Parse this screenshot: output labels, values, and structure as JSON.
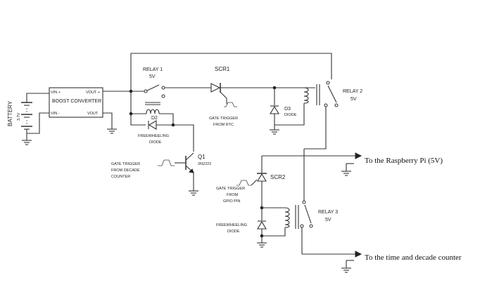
{
  "labels": {
    "battery": "BATTERY",
    "battery_voltage": "3.7V",
    "boost_title": "BOOST CONVERTER",
    "vin_plus": "VIN +",
    "vout_plus": "VOUT +",
    "vin_minus": "VIN -",
    "vout_minus": "VOUT",
    "relay1": "RELAY 1",
    "relay1_v": "5V",
    "d2": "D2",
    "freewheel_1": "FREEWHEELING",
    "freewheel_2": "DIODE",
    "scr1": "SCR1",
    "gate_rtc_1": "GATE TRIGGER",
    "gate_rtc_2": "FROM RTC",
    "d3": "D3",
    "d3_sub": "DIODE",
    "relay2": "RELAY 2",
    "relay2_v": "5V",
    "q1": "Q1",
    "q1_sub": "2N2222",
    "gate_decade_1": "GATE TRIGGER",
    "gate_decade_2": "FROM DECADE",
    "gate_decade_3": "COUNTER",
    "scr2": "SCR2",
    "gate_gpio_1": "GATE TRIGGER",
    "gate_gpio_2": "FROM",
    "gate_gpio_3": "GPIO PIN",
    "freewheel3_1": "FREEWHEELING",
    "freewheel3_2": "DIODE",
    "relay3": "RELAY 3",
    "relay3_v": "5V",
    "to_pi": "To the Raspberry Pi  (5V)",
    "to_counter": "To the time and decade counter"
  }
}
